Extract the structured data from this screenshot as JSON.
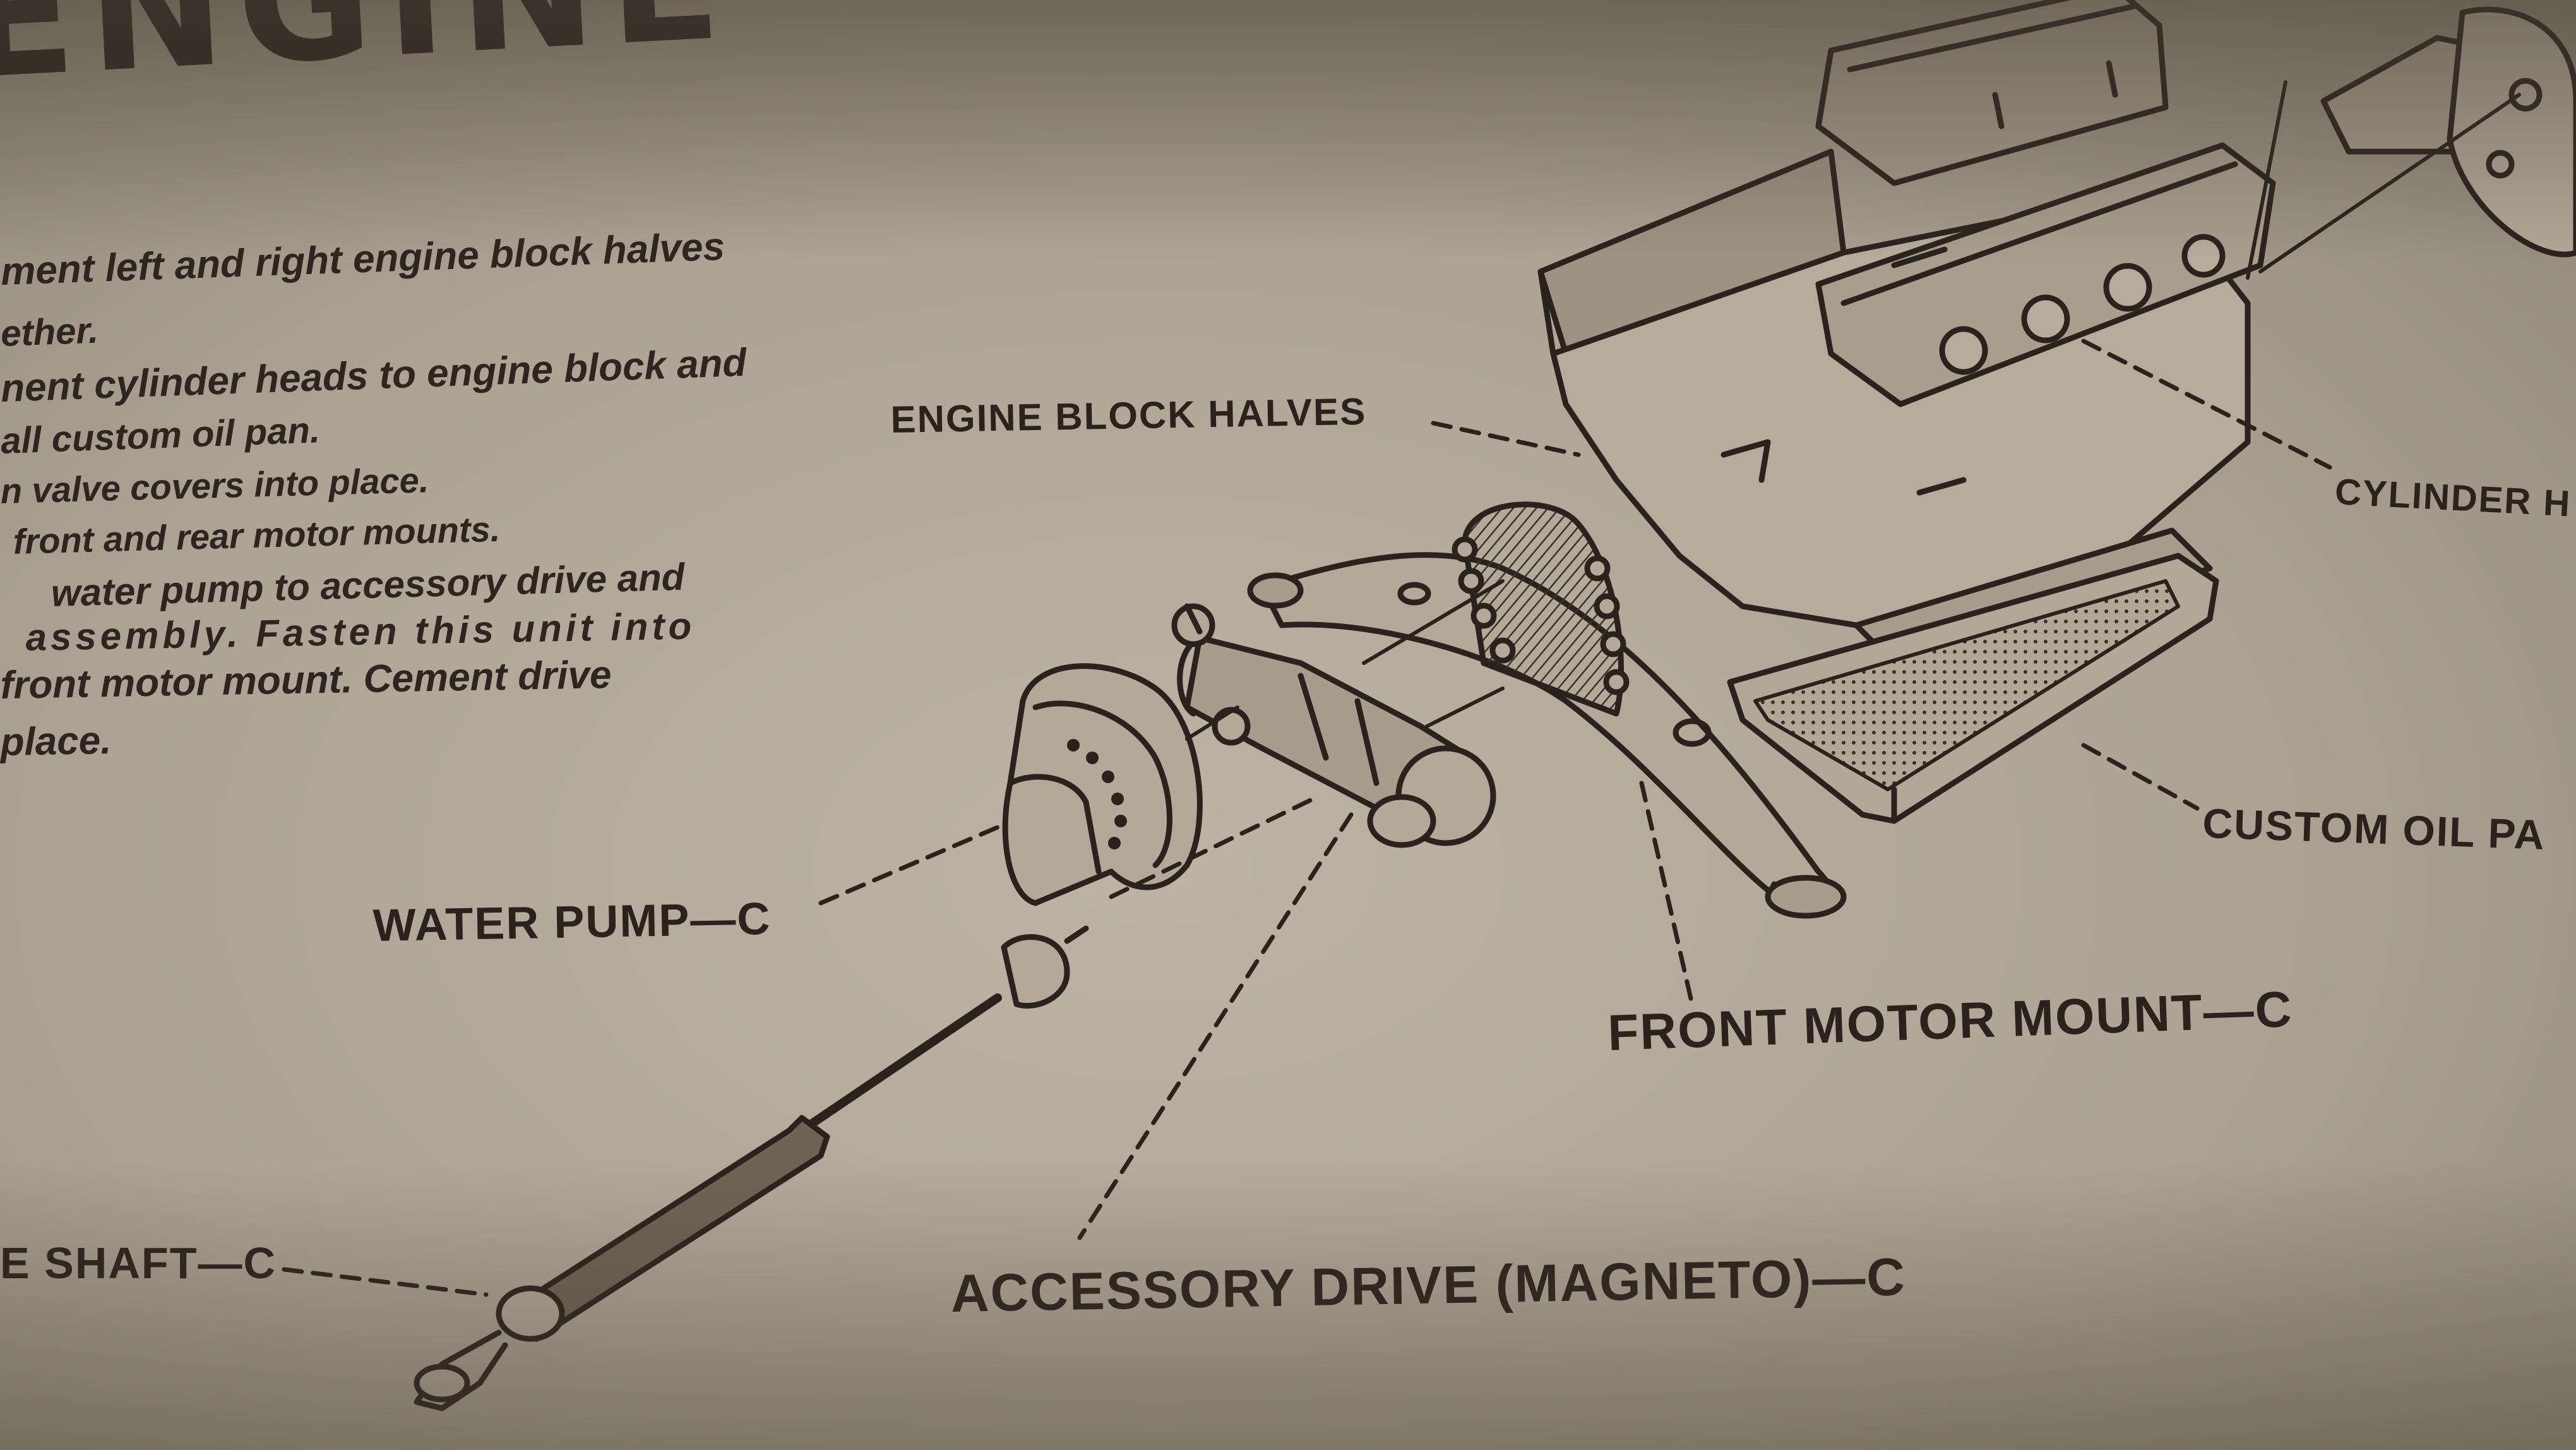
{
  "page": {
    "heading_fragment": "ENGINE"
  },
  "instructions": {
    "lines": [
      "ment left and right engine block halves",
      "ether.",
      "nent cylinder heads to engine block and",
      "all  custom oil pan.",
      "n valve covers into place.",
      "front and rear motor mounts.",
      "water pump to accessory drive and",
      "assembly.  Fasten  this  unit  into",
      "front motor mount. Cement drive",
      "place."
    ]
  },
  "labels": {
    "engine_block_halves": "ENGINE BLOCK HALVES",
    "cylinder_heads": "CYLINDER H",
    "custom_oil_pan": "CUSTOM OIL PA",
    "water_pump": "WATER PUMP—C",
    "front_motor_mount": "FRONT MOTOR MOUNT—C",
    "drive_shaft": "E SHAFT—C",
    "accessory_drive": "ACCESSORY DRIVE (MAGNETO)—C"
  },
  "colors": {
    "paper": "#b1a697",
    "ink": "#2a231d"
  }
}
